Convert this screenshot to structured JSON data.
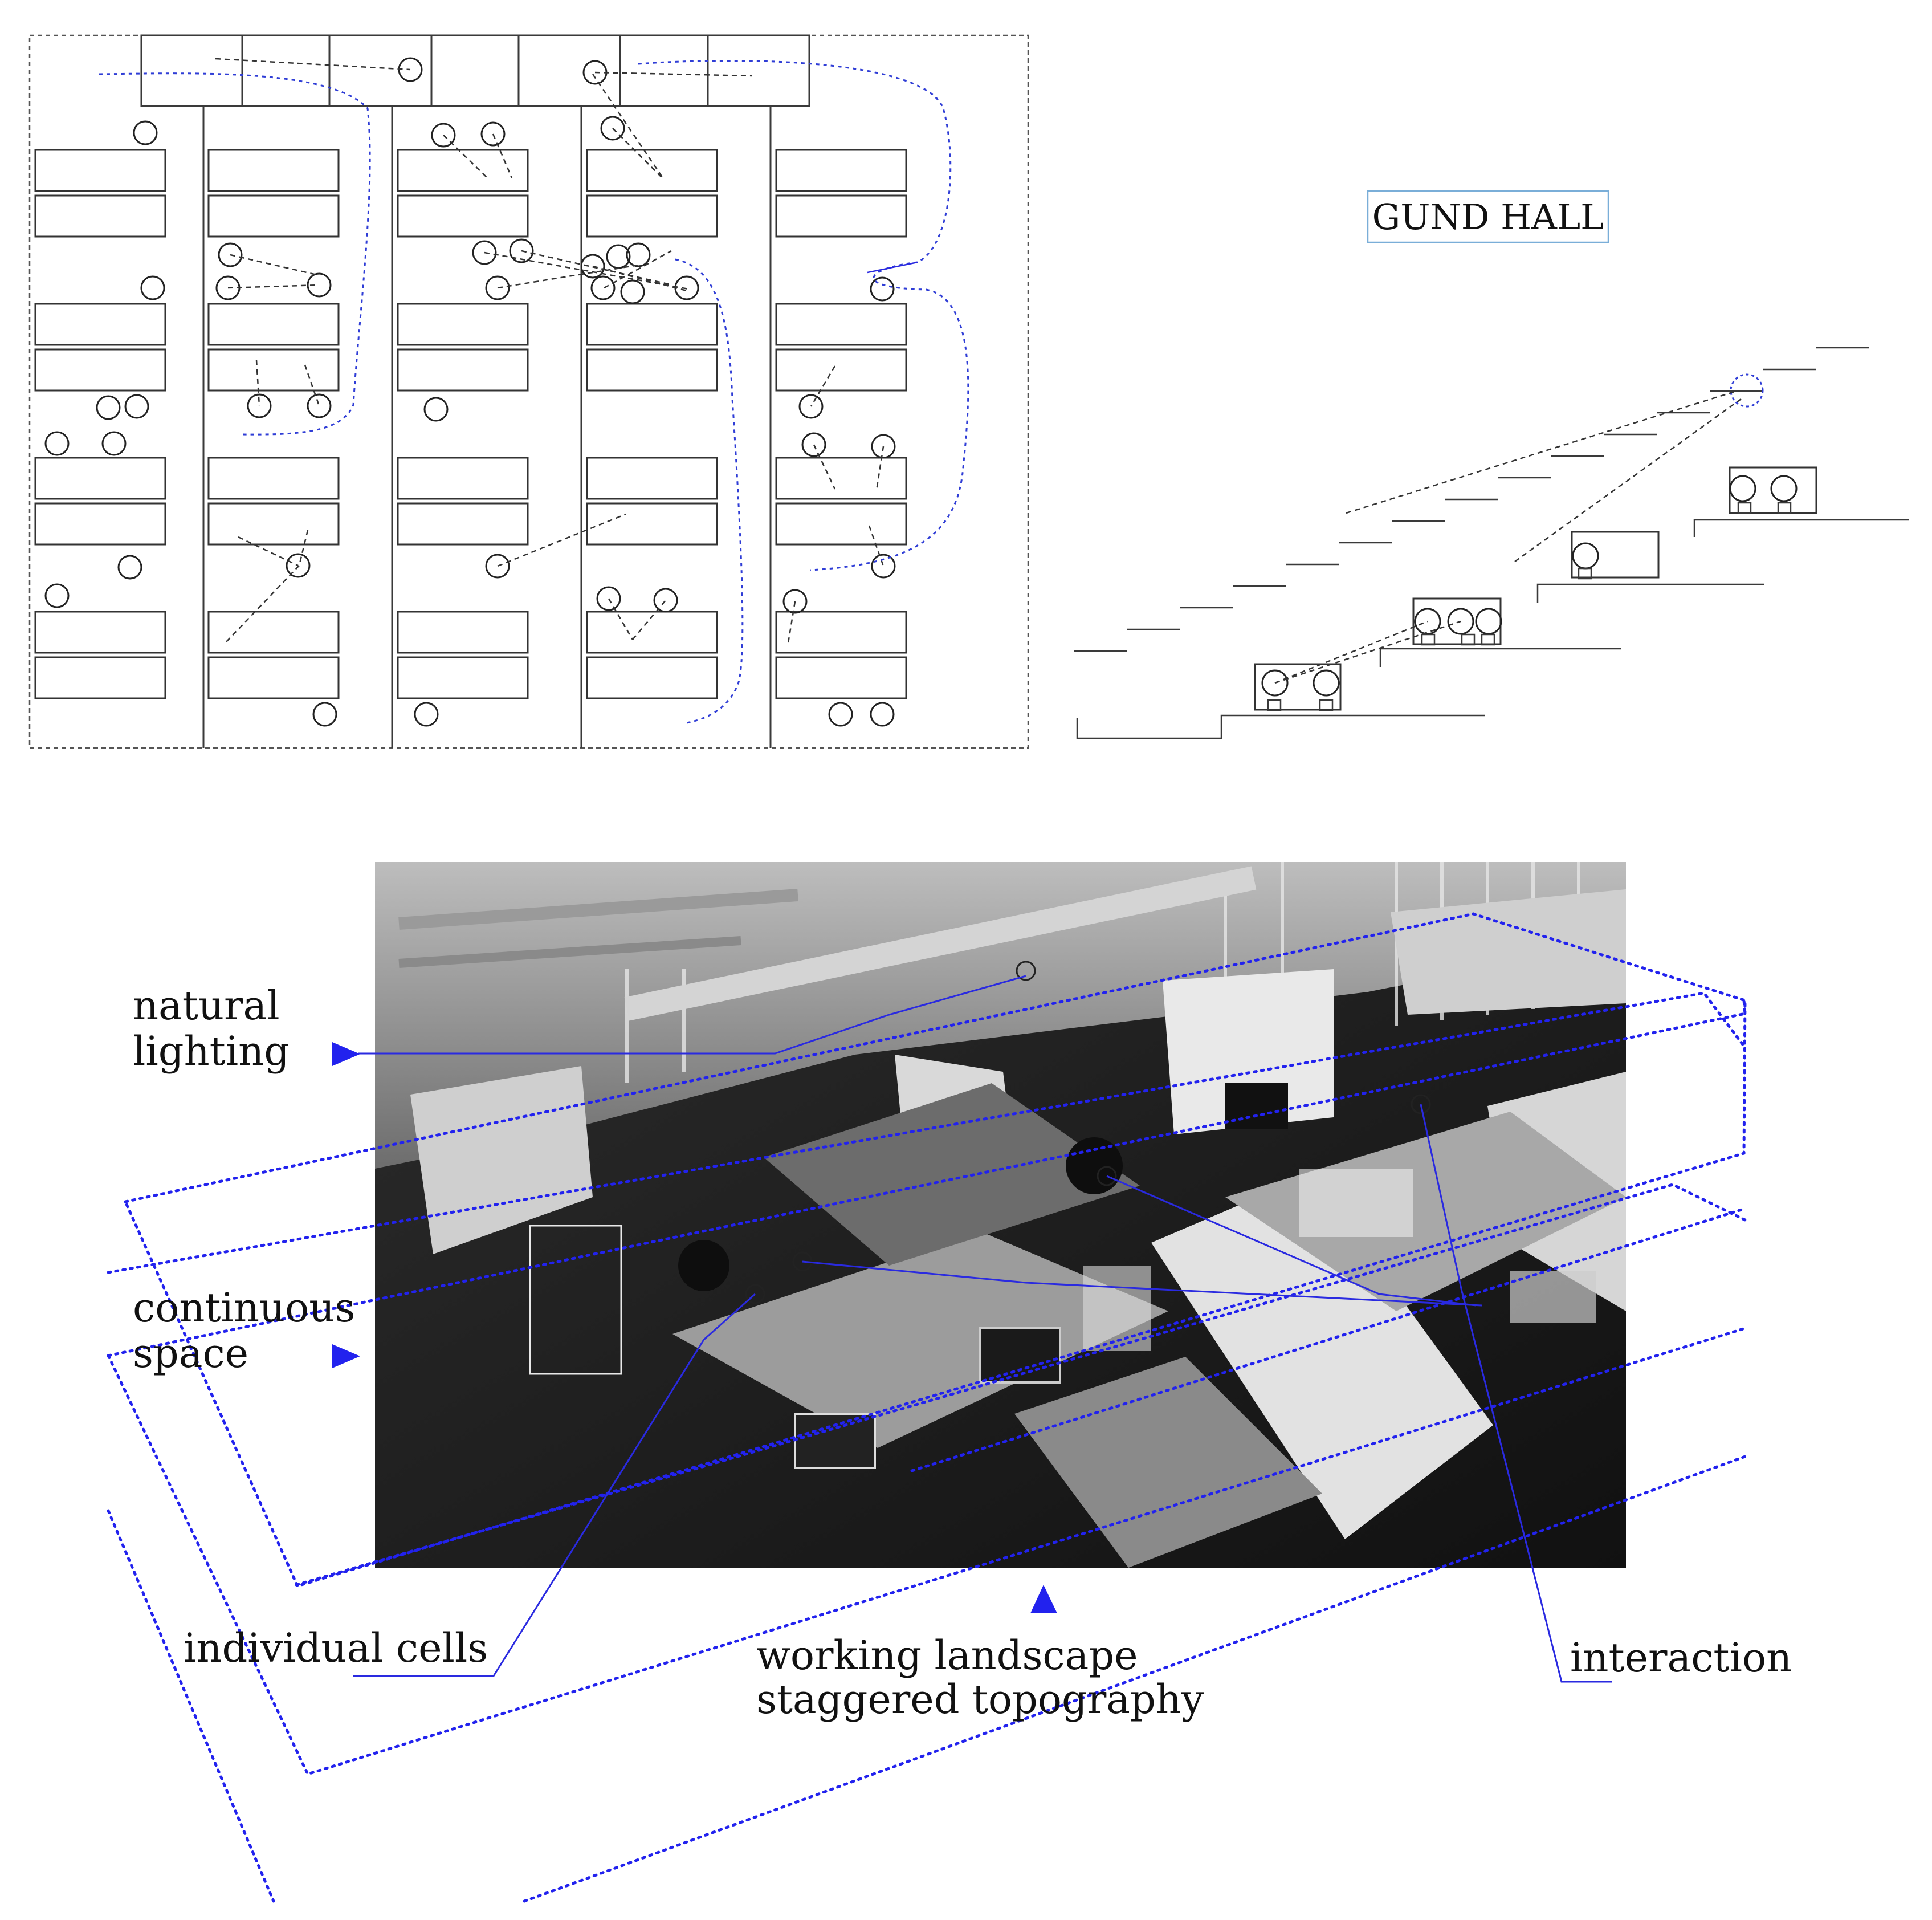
{
  "title_label": "GUND HALL",
  "annotations": {
    "natural_lighting": [
      "natural",
      "lighting"
    ],
    "continuous_space": [
      "continuous",
      "space"
    ],
    "individual_cells": "individual cells",
    "working_landscape": [
      "working landscape",
      "staggered topography"
    ],
    "interaction": "interaction"
  },
  "colors": {
    "annotation_blue": "#2222ee",
    "plan_ink": "#333333",
    "title_border": "#7aaed8"
  },
  "icons": {
    "arrow": "triangle-arrow-icon",
    "person": "circle-person-icon"
  }
}
